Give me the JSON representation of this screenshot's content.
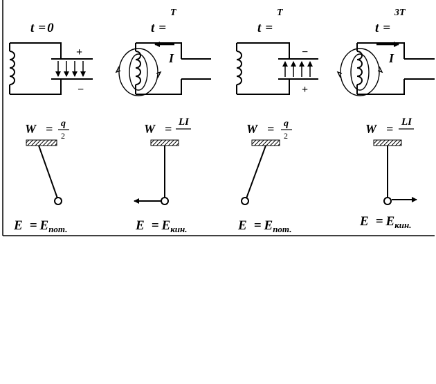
{
  "panels": [
    {
      "time_var": "t",
      "time_eq": "=",
      "time_val": "0",
      "time_sup": "",
      "current_label": "",
      "top_sign": "+",
      "bottom_sign": "−",
      "energy_w": "W",
      "energy_eq": "=",
      "energy_num": "q",
      "energy_den": "2",
      "total_e": "E",
      "total_eq": "=",
      "total_rhs": "E",
      "total_sub": "пот."
    },
    {
      "time_var": "t",
      "time_eq": "=",
      "time_val": "",
      "time_sup": "T",
      "current_label": "I",
      "top_sign": "",
      "bottom_sign": "",
      "energy_w": "W",
      "energy_eq": "=",
      "energy_num": "LI",
      "energy_den": "",
      "total_e": "E",
      "total_eq": "=",
      "total_rhs": "E",
      "total_sub": "кин."
    },
    {
      "time_var": "t",
      "time_eq": "=",
      "time_val": "",
      "time_sup": "T",
      "current_label": "",
      "top_sign": "−",
      "bottom_sign": "+",
      "energy_w": "W",
      "energy_eq": "=",
      "energy_num": "q",
      "energy_den": "2",
      "total_e": "E",
      "total_eq": "=",
      "total_rhs": "E",
      "total_sub": "пот."
    },
    {
      "time_var": "t",
      "time_eq": "=",
      "time_val": "",
      "time_sup": "3T",
      "current_label": "I",
      "top_sign": "",
      "bottom_sign": "",
      "energy_w": "W",
      "energy_eq": "=",
      "energy_num": "LI",
      "energy_den": "",
      "total_e": "E",
      "total_eq": "=",
      "total_rhs": "E",
      "total_sub": "кин."
    }
  ]
}
